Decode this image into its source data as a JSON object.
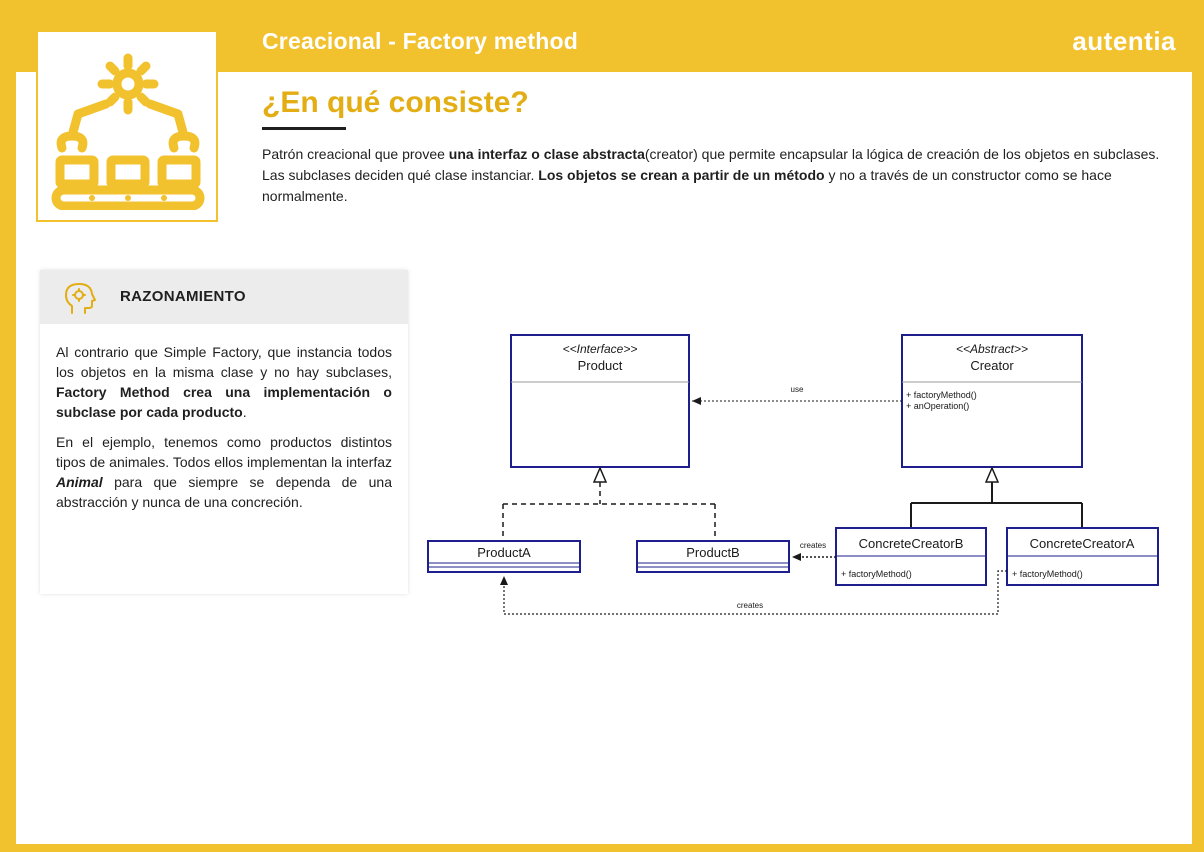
{
  "header": {
    "title": "Creacional - Factory method",
    "brand": "autentia"
  },
  "section": {
    "heading": "¿En qué consiste?",
    "intro": [
      {
        "text": "Patrón creacional que provee ",
        "bold": false
      },
      {
        "text": "una interfaz o clase abstracta",
        "bold": true
      },
      {
        "text": "(creator) que permite encapsular la lógica de creación de los objetos en subclases. Las subclases deciden qué clase instanciar. ",
        "bold": false
      },
      {
        "text": "Los objetos se crean a partir de un método",
        "bold": true
      },
      {
        "text": " y no a través de un constructor como se hace normalmente.",
        "bold": false
      }
    ]
  },
  "reasoning": {
    "title": "RAZONAMIENTO",
    "icon": "head-gears-icon",
    "p1": [
      {
        "text": "Al contrario que Simple Factory, que instancia todos los objetos en la misma clase y no hay subclases, ",
        "bold": false
      },
      {
        "text": "Factory Method crea una implementación o subclase por cada producto",
        "bold": true
      },
      {
        "text": ".",
        "bold": false
      }
    ],
    "p2": [
      {
        "text": "En el ejemplo, tenemos como productos distintos tipos de animales. Todos ellos implementan la interfaz ",
        "bold": false
      },
      {
        "text": "Animal",
        "bold": true,
        "italic": true
      },
      {
        "text": " para que siempre se dependa de una abstracción y nunca de una concreción.",
        "bold": false
      }
    ]
  },
  "uml": {
    "product": {
      "stereotype": "<<Interface>>",
      "name": "Product"
    },
    "creator": {
      "stereotype": "<<Abstract>>",
      "name": "Creator",
      "methods": [
        "+ factoryMethod()",
        "+ anOperation()"
      ]
    },
    "productA": {
      "name": "ProductA"
    },
    "productB": {
      "name": "ProductB"
    },
    "concreteB": {
      "name": "ConcreteCreatorB",
      "methods": [
        "+ factoryMethod()"
      ]
    },
    "concreteA": {
      "name": "ConcreteCreatorA",
      "methods": [
        "+ factoryMethod()"
      ]
    },
    "labels": {
      "use": "use",
      "creates_b": "creates",
      "creates_a": "creates"
    }
  },
  "colors": {
    "accent": "#F2C12E",
    "heading": "#E3AE14",
    "uml_border": "#1E1E8C"
  }
}
